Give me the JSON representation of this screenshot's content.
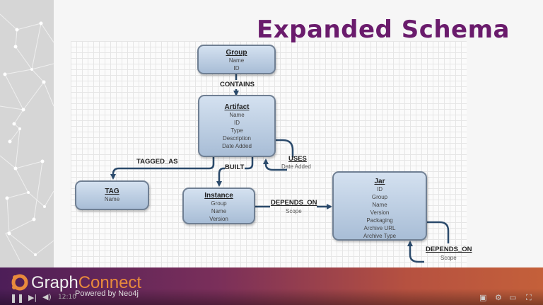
{
  "slide": {
    "title": "Expanded Schema"
  },
  "nodes": {
    "group": {
      "title": "Group",
      "fields": [
        "Name",
        "ID"
      ]
    },
    "artifact": {
      "title": "Artifact",
      "fields": [
        "Name",
        "ID",
        "Type",
        "Description",
        "Date Added"
      ]
    },
    "tag": {
      "title": "TAG",
      "fields": [
        "Name"
      ]
    },
    "instance": {
      "title": "Instance",
      "fields": [
        "Group",
        "Name",
        "Version"
      ]
    },
    "jar": {
      "title": "Jar",
      "fields": [
        "ID",
        "Group",
        "Name",
        "Version",
        "Packaging",
        "Archive URL",
        "Archive Type"
      ]
    }
  },
  "edges": {
    "contains": {
      "label": "CONTAINS"
    },
    "tagged_as": {
      "label": "TAGGED_AS"
    },
    "built": {
      "label": "BUILT"
    },
    "uses": {
      "label": "USES",
      "property": "Date Added"
    },
    "depends_on_instance_jar": {
      "label": "DEPENDS_ON",
      "property": "Scope"
    },
    "depends_on_jar_jar": {
      "label": "DEPENDS_ON",
      "property": "Scope"
    }
  },
  "branding": {
    "graph": "Graph",
    "connect": "Connect",
    "powered_by": "Powered by Neo4j"
  },
  "player": {
    "play_icon": "play-pause-icon",
    "next_icon": "next-icon",
    "volume_icon": "volume-icon",
    "time": "12:10",
    "controls_right": [
      "captions-icon",
      "settings-icon",
      "theater-icon",
      "fullscreen-icon"
    ]
  },
  "colors": {
    "title": "#6a1b6c",
    "node_fill": "#bccde2",
    "edge": "#2b4a6b",
    "bar_start": "#4d1e58",
    "bar_end": "#c4603a"
  }
}
